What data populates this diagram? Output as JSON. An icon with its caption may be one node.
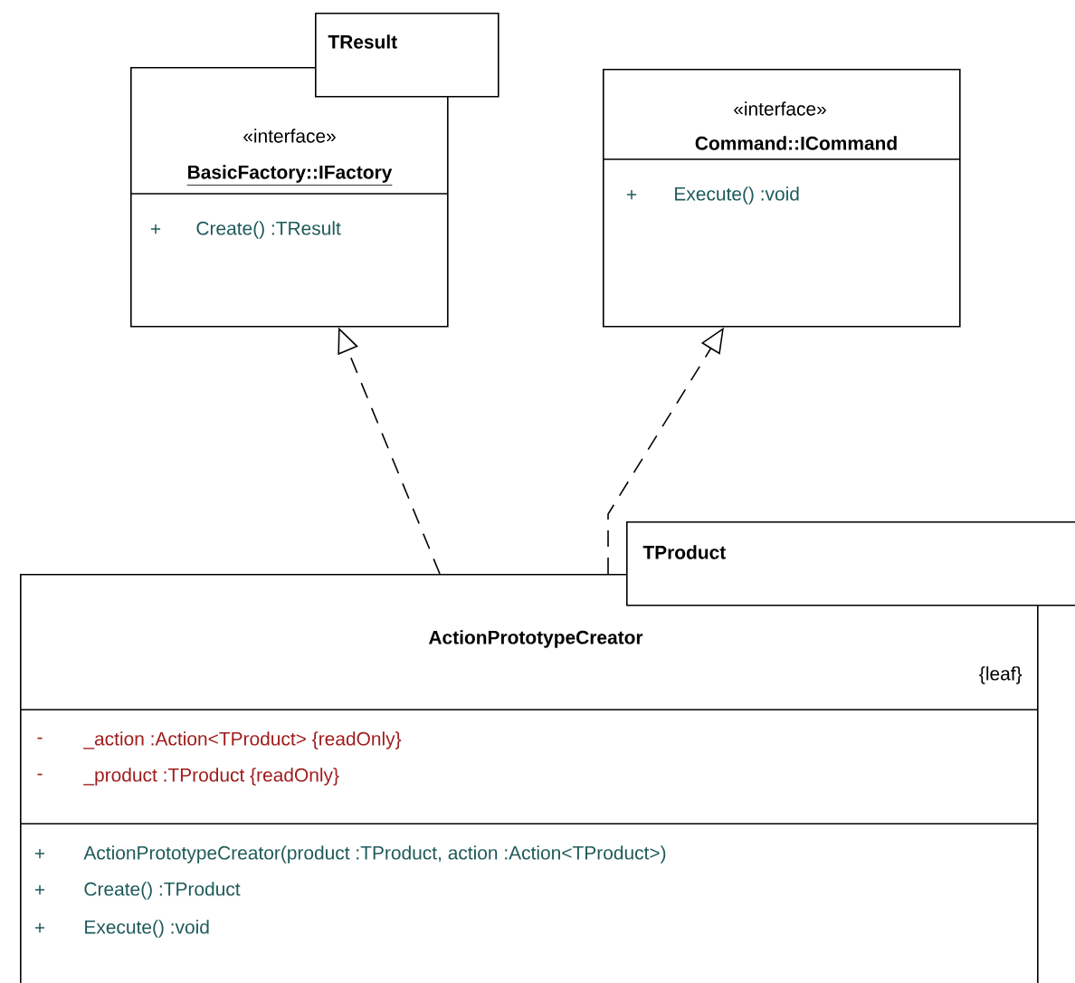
{
  "diagram": {
    "nodes": [
      {
        "text": [
          "«interface»",
          "BasicFactory::IFactory",
          "+",
          "Create()  :TResult"
        ]
      },
      {
        "text": [
          "TResult"
        ]
      },
      {
        "text": [
          "«interface»",
          "Command::ICommand",
          "+",
          "Execute()  :void"
        ]
      },
      {
        "text": [
          "ActionPrototypeCreator",
          "{leaf}",
          "-",
          "_action  :Action<TProduct> {readOnly}",
          "-",
          "_product  :TProduct {readOnly}",
          "+",
          "ActionPrototypeCreator(product :TProduct, action :Action<TProduct>)",
          "+",
          "Create()  :TProduct",
          "+",
          "Execute()  :void"
        ]
      },
      {
        "text": [
          "TProduct"
        ]
      }
    ],
    "edges": [
      {
        "from": 3,
        "to": 0,
        "arrow": "to",
        "style": "dashed"
      },
      {
        "from": 3,
        "to": 2,
        "arrow": "to",
        "style": "dashed"
      }
    ]
  }
}
